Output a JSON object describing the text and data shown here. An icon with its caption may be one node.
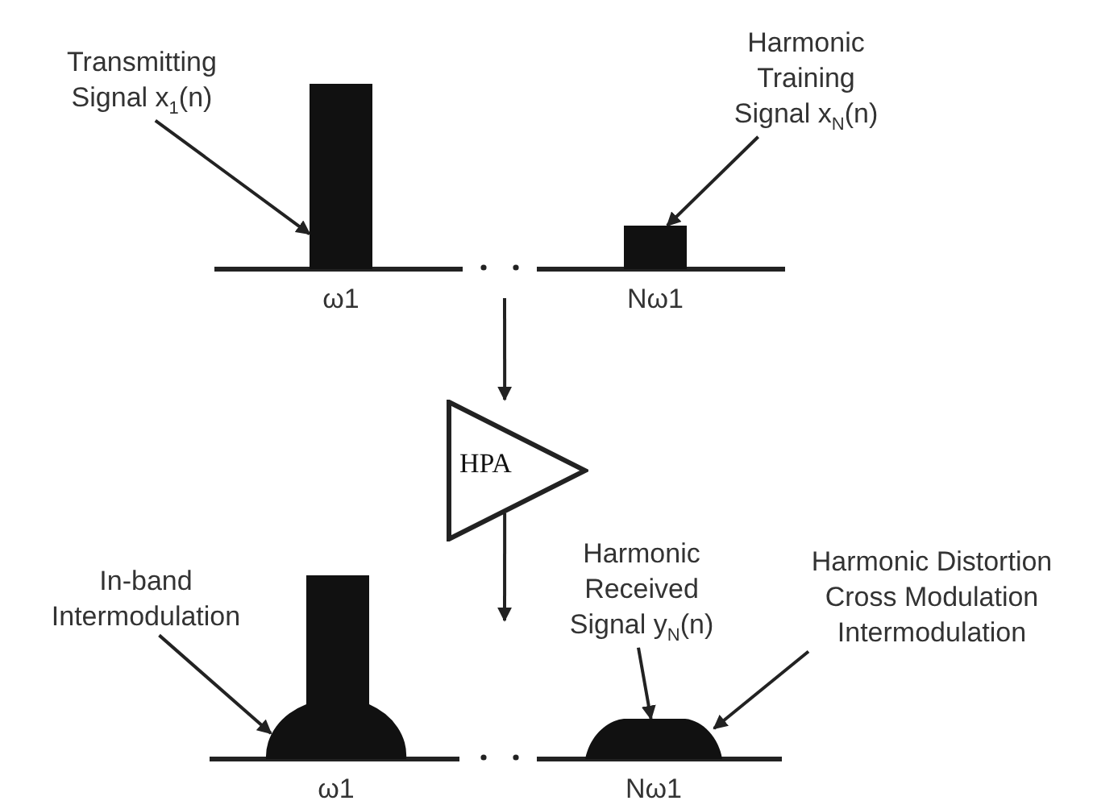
{
  "diagram": {
    "nodes": [
      {
        "text": [
          "Transmitting Signal x$_{1}$(n)"
        ]
      },
      {
        "text": [],
        "shape": "bar",
        "beside": [
          "ω1"
        ]
      },
      {
        "text": [
          "Harmonic Training Signal x$_{N}$(n)"
        ]
      },
      {
        "text": [],
        "shape": "bar",
        "beside": [
          "Nω1"
        ]
      },
      {
        "text": [
          "HPA"
        ]
      },
      {
        "text": [
          "In-band Intermodulation"
        ]
      },
      {
        "text": [],
        "shape": "dome",
        "beside": [
          "ω1"
        ]
      },
      {
        "text": [
          "Harmonic Received Signal y$_{N}$(n)"
        ]
      },
      {
        "text": [],
        "shape": "dome",
        "beside": [
          "Nω1"
        ]
      },
      {
        "text": [
          "Harmonic Distortion Cross Modulation Intermodulation"
        ]
      }
    ],
    "edges": [
      {
        "from": 0,
        "to": 1,
        "arrow": "to"
      },
      {
        "from": 2,
        "to": 3,
        "arrow": "to"
      },
      {
        "from": null,
        "to": 4,
        "arrow": "to"
      },
      {
        "from": 4,
        "to": null,
        "arrow": "to"
      },
      {
        "from": 5,
        "to": 6,
        "arrow": "to"
      },
      {
        "from": 7,
        "to": 8,
        "arrow": "to"
      },
      {
        "from": 9,
        "to": 8,
        "arrow": "to"
      }
    ]
  }
}
